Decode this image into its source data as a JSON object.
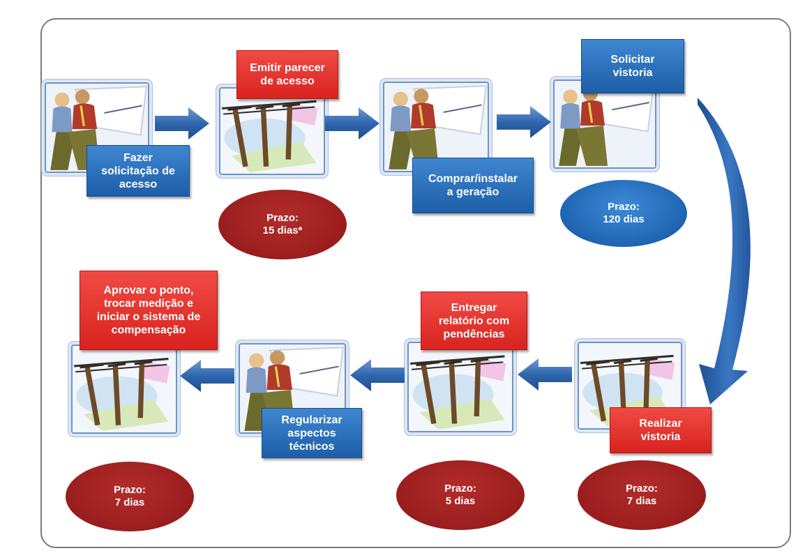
{
  "steps": {
    "fazer": "Fazer\nsolicitação de\nacesso",
    "emitir": "Emitir parecer\nde acesso",
    "comprar": "Comprar/instalar\na geração",
    "solicitar": "Solicitar\nvistoria",
    "realizar": "Realizar\nvistoria",
    "entregar": "Entregar\nrelatório com\npendências",
    "regularizar": "Regularizar\naspectos\ntécnicos",
    "aprovar": "Aprovar o ponto,\ntrocar medição e\niniciar o sistema de\ncompensação"
  },
  "deadlines": {
    "label": "Prazo:",
    "d15": "15 dias*",
    "d120": "120 dias",
    "d7a": "7 dias",
    "d5": "5 dias",
    "d7b": "7 dias"
  },
  "icons": {
    "person": "person-with-map-icon",
    "pole": "power-pole-icon"
  },
  "colors": {
    "blue": "#1f64b2",
    "red": "#e02a25",
    "dark_red": "#9a1d1d",
    "arrow": "#2d62a8"
  }
}
